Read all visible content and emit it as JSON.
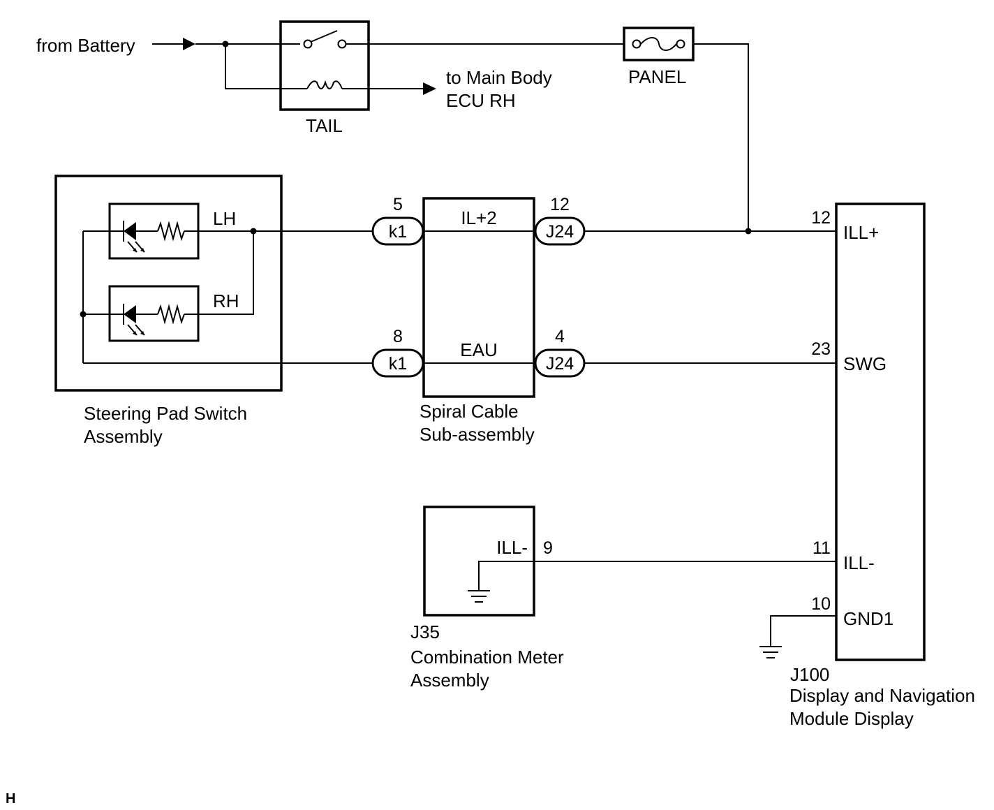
{
  "colors": {
    "line": "#000000",
    "background": "#ffffff"
  },
  "labels": {
    "from_battery": "from Battery",
    "to_main_body_1": "to Main Body",
    "to_main_body_2": "ECU RH",
    "tail": "TAIL",
    "panel": "PANEL",
    "lh": "LH",
    "rh": "RH",
    "corner_mark": "H"
  },
  "steering_pad": {
    "name_1": "Steering Pad Switch",
    "name_2": "Assembly"
  },
  "spiral_cable": {
    "name_1": "Spiral Cable",
    "name_2": "Sub-assembly",
    "terminal_il2": "IL+2",
    "terminal_eau": "EAU"
  },
  "connectors": {
    "k1_top": {
      "pin": "5",
      "code": "k1"
    },
    "k1_bottom": {
      "pin": "8",
      "code": "k1"
    },
    "j24_top": {
      "pin": "12",
      "code": "J24"
    },
    "j24_bottom": {
      "pin": "4",
      "code": "J24"
    }
  },
  "combination_meter": {
    "code": "J35",
    "name_1": "Combination Meter",
    "name_2": "Assembly",
    "terminal": "ILL-",
    "pin": "9"
  },
  "display_module": {
    "code": "J100",
    "name_1": "Display and Navigation",
    "name_2": "Module Display",
    "terminals": [
      {
        "pin": "12",
        "name": "ILL+"
      },
      {
        "pin": "23",
        "name": "SWG"
      },
      {
        "pin": "11",
        "name": "ILL-"
      },
      {
        "pin": "10",
        "name": "GND1"
      }
    ]
  }
}
